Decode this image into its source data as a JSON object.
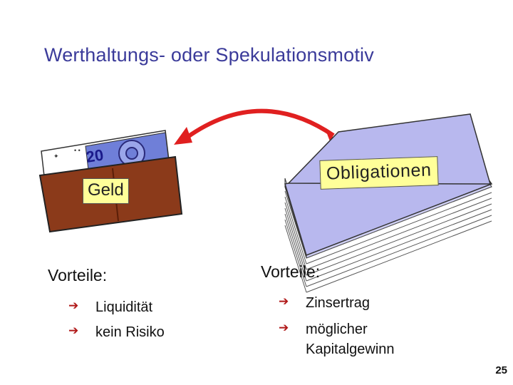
{
  "title": "Werthaltungs- oder Spekulationsmotiv",
  "left": {
    "label": "Geld",
    "banknote_value": "20",
    "heading": "Vorteile:",
    "items": [
      "Liquidität",
      "kein Risiko"
    ]
  },
  "right": {
    "label": "Obligationen",
    "heading": "Vorteile:",
    "items": [
      "Zinsertrag",
      "möglicher\nKapitalgewinn"
    ]
  },
  "bullet_symbol": "➔",
  "page_number": "25",
  "colors": {
    "title": "#3b3b9a",
    "arrow": "#e02020",
    "wallet": "#8b3a1a",
    "label_bg": "#ffff99",
    "paper": "#b8b8ee",
    "bullet": "#b01818"
  }
}
